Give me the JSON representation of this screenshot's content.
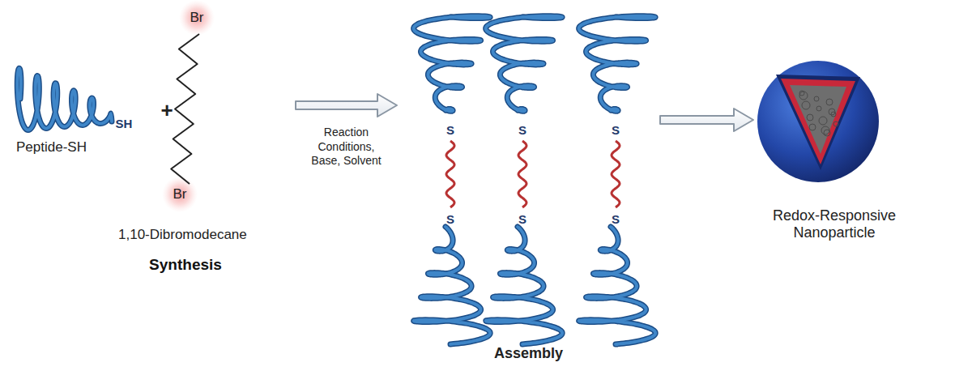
{
  "diagram": {
    "nodes": [
      {
        "text": [
          "Peptide-SH"
        ]
      },
      {
        "text": [
          "1,10-Dibromodecane"
        ]
      },
      {
        "text": [
          "Assembly"
        ]
      },
      {
        "text": [
          "Redox-Responsive Nanoparticle"
        ]
      }
    ],
    "edges": [
      {
        "from": 1,
        "to": 2,
        "arrow": "to",
        "label": "Reaction Conditions, Base, Solvent"
      },
      {
        "from": 2,
        "to": 3,
        "arrow": "to"
      }
    ],
    "labels": [
      "SH",
      "+",
      "Br",
      "Br",
      "Synthesis",
      "S",
      "S",
      "S",
      "S",
      "S",
      "S"
    ]
  }
}
